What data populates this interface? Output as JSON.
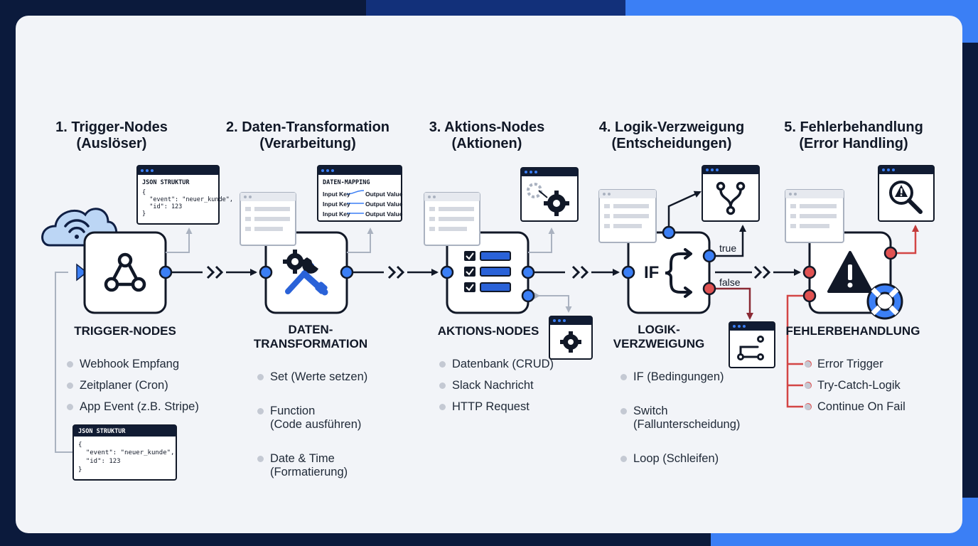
{
  "stages": [
    {
      "title_line1": "1. Trigger-Nodes",
      "title_line2": "(Auslöser)",
      "name_line1": "TRIGGER-NODES",
      "name_line2": "",
      "items": [
        "Webhook Empfang",
        "Zeitplaner (Cron)",
        "App Event (z.B. Stripe)"
      ]
    },
    {
      "title_line1": "2. Daten-Transformation",
      "title_line2": "(Verarbeitung)",
      "name_line1": "DATEN-",
      "name_line2": "TRANSFORMATION",
      "items": [
        "Set (Werte setzen)",
        "Function\n(Code ausführen)",
        "Date & Time\n(Formatierung)"
      ]
    },
    {
      "title_line1": "3. Aktions-Nodes",
      "title_line2": "(Aktionen)",
      "name_line1": "AKTIONS-NODES",
      "name_line2": "",
      "items": [
        "Datenbank (CRUD)",
        "Slack Nachricht",
        "HTTP Request"
      ]
    },
    {
      "title_line1": "4. Logik-Verzweigung",
      "title_line2": "(Entscheidungen)",
      "name_line1": "LOGIK-",
      "name_line2": "VERZWEIGUNG",
      "items": [
        "IF (Bedingungen)",
        "Switch\n(Fallunterscheidung)",
        "Loop (Schleifen)"
      ]
    },
    {
      "title_line1": "5. Fehlerbehandlung",
      "title_line2": "(Error Handling)",
      "name_line1": "FEHLERBEHANDLUNG",
      "name_line2": "",
      "items": [
        "Error Trigger",
        "Try-Catch-Logik",
        "Continue On Fail"
      ]
    }
  ],
  "json_card_top": {
    "heading": "JSON STRUKTUR",
    "line1": "{",
    "line2": "  \"event\": \"neuer_kunde\",",
    "line3": "  \"id\": 123",
    "line4": "}"
  },
  "json_card_bottom": {
    "heading": "JSON STRUKTUR",
    "line1": "{",
    "line2": "  \"event\": \"neuer_kunde\",",
    "line3": "  \"id\": 123",
    "line4": "}"
  },
  "mapping_card": {
    "heading": "DATEN-MAPPING",
    "rows": [
      {
        "input": "Input Key",
        "output": "Output Value"
      },
      {
        "input": "Input Key",
        "output": "Output Value"
      },
      {
        "input": "Input Key",
        "output": "Output Value"
      }
    ]
  },
  "if_label": "IF",
  "branch_true": "true",
  "branch_false": "false",
  "colors": {
    "node_border": "#111827",
    "port_blue": "#3b7ff5",
    "port_red": "#e05252",
    "accent_blue": "#2a62d8",
    "cloud": "#bcd6f5"
  },
  "icons": {
    "trigger": "webhook-icon",
    "transform": "gear-wrench-icon",
    "action": "checklist-icon",
    "logic": "branch-icon",
    "error": "warning-icon"
  }
}
